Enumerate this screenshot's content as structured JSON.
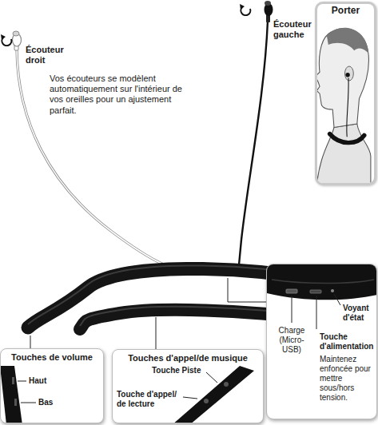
{
  "diagram": {
    "nodes": [
      {
        "text": [
          "Porter"
        ]
      },
      {
        "text": [
          "Voyant d'état",
          "Charge (Micro-USB)",
          "Touche d'alimentation",
          "Maintenez enfoncée pour mettre sous/hors tension."
        ]
      },
      {
        "text": [
          "Touches de volume",
          "Haut",
          "Bas"
        ]
      },
      {
        "text": [
          "Touches d'appel/de musique",
          "Touche Piste",
          "Touche d'appel/ de lecture"
        ]
      }
    ],
    "labels": [
      "Écouteur gauche",
      "Écouteur droit",
      "Vos écouteurs se modèlent automatiquement sur l'intérieur de vos oreilles pour un ajustement parfait."
    ]
  }
}
